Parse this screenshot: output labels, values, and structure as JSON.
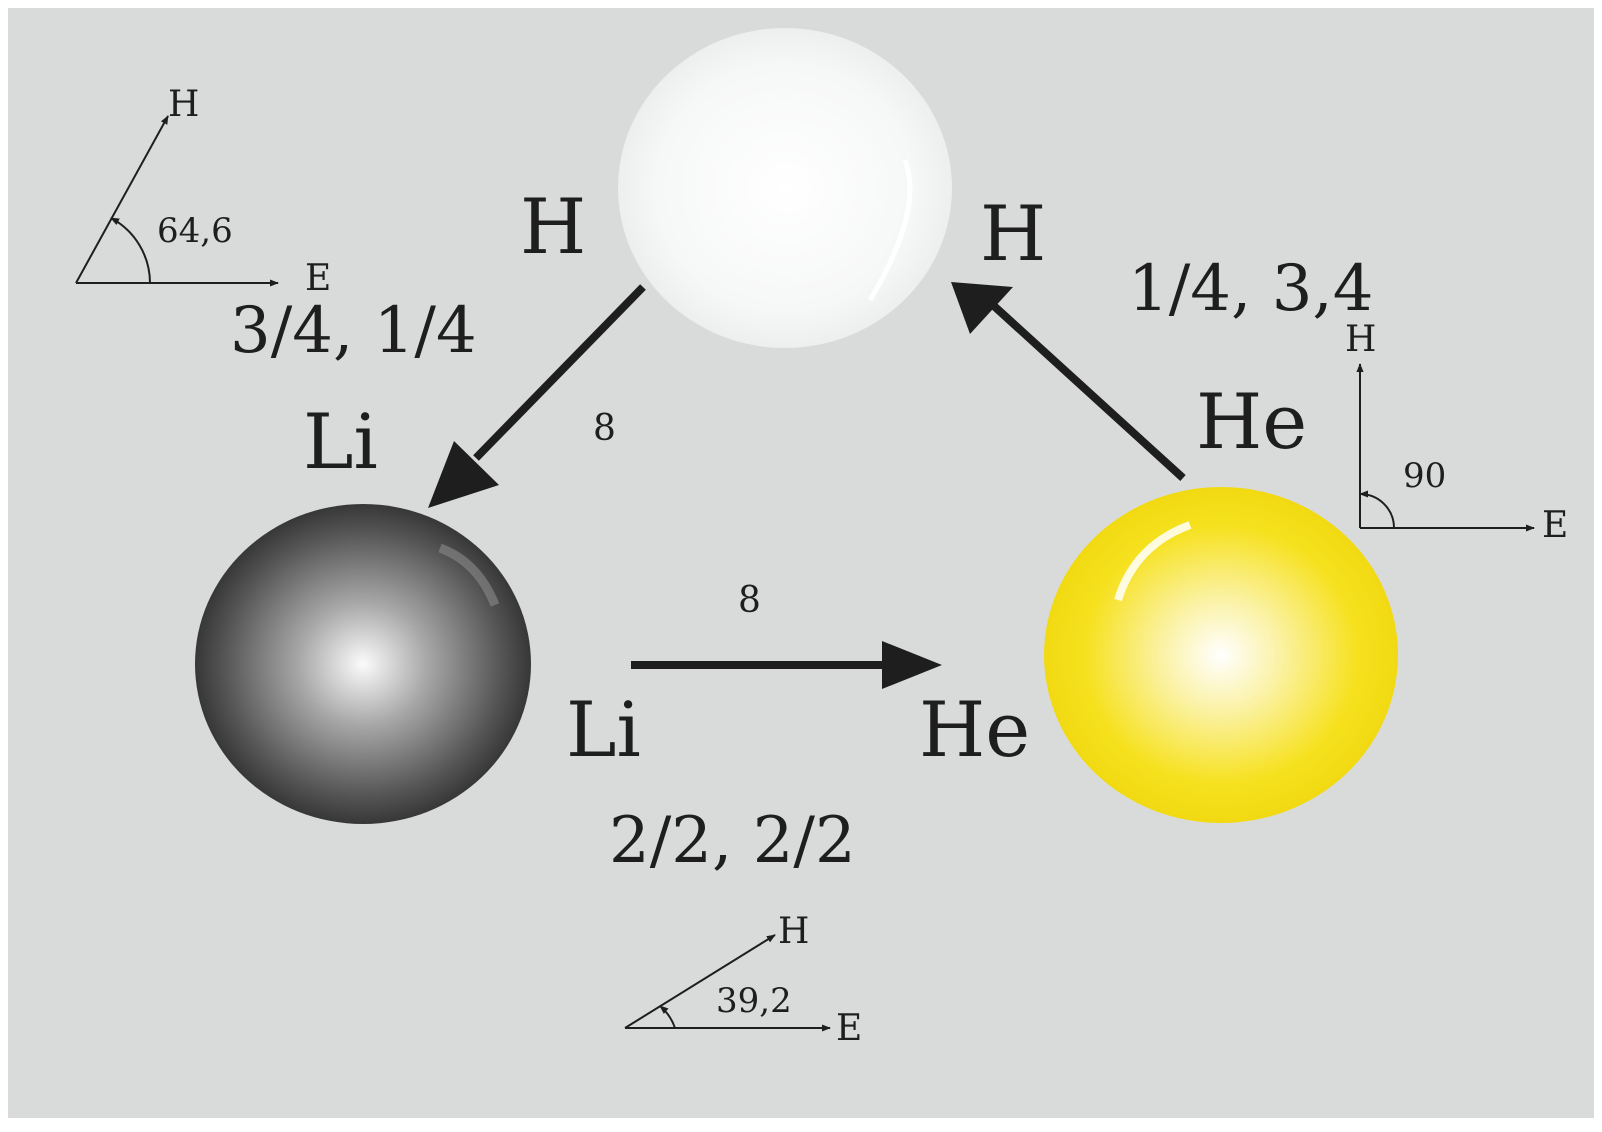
{
  "atoms": {
    "hydrogen": {
      "color": "#f4f5f5",
      "label_left": "H",
      "label_right": "H"
    },
    "lithium": {
      "color": "#4a4a4a",
      "label_top": "Li",
      "label_right": "Li"
    },
    "helium": {
      "color": "#f7e21c",
      "label_top": "He",
      "label_left": "He"
    }
  },
  "ratios": {
    "h_to_li": "3/4, 1/4",
    "he_to_h": "1/4, 3,4",
    "li_to_he": "2/2, 2/2"
  },
  "arrow_numbers": {
    "h_to_li": "8",
    "li_to_he": "8"
  },
  "angle_diagrams": {
    "top_left": {
      "vertical_label": "H",
      "horizontal_label": "E",
      "angle": "64,6"
    },
    "right": {
      "vertical_label": "H",
      "horizontal_label": "E",
      "angle": "90"
    },
    "bottom": {
      "vertical_label": "H",
      "horizontal_label": "E",
      "angle": "39,2"
    }
  },
  "colors": {
    "background": "#d9dbda",
    "border": "#ffffff",
    "ink": "#1e1e1e"
  }
}
